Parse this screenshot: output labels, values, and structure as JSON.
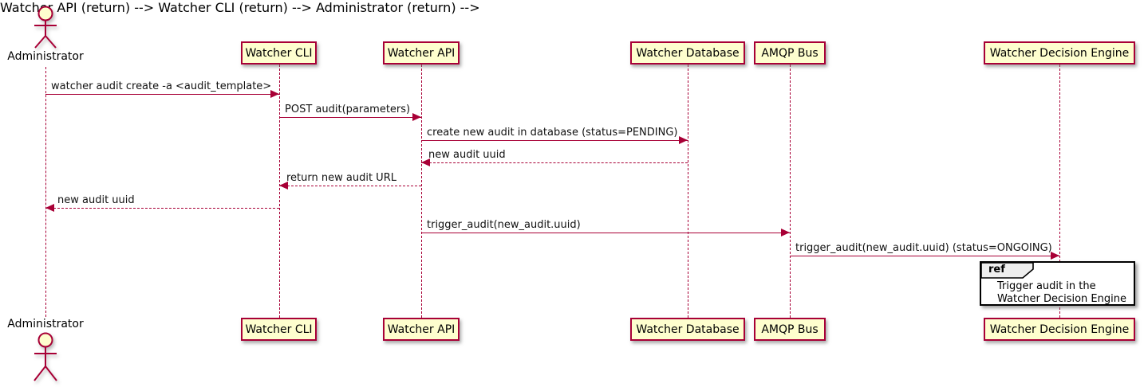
{
  "diagram_type": "sequence-diagram",
  "actor": {
    "name": "Administrator"
  },
  "participants": [
    {
      "label": "Watcher CLI"
    },
    {
      "label": "Watcher API"
    },
    {
      "label": "Watcher Database"
    },
    {
      "label": "AMQP Bus"
    },
    {
      "label": "Watcher Decision Engine"
    }
  ],
  "messages": [
    {
      "from": "Administrator",
      "to": "Watcher CLI",
      "label": "watcher audit create -a <audit_template>",
      "line": "solid",
      "direction": "right"
    },
    {
      "from": "Watcher CLI",
      "to": "Watcher API",
      "label": "POST audit(parameters)",
      "line": "solid",
      "direction": "right"
    },
    {
      "from": "Watcher API",
      "to": "Watcher Database",
      "label": "create new audit in database (status=PENDING)",
      "line": "solid",
      "direction": "right"
    },
    {
      "from": "Watcher Database",
      "to": "Watcher API",
      "label": "new audit uuid",
      "line": "dashed",
      "direction": "left"
    },
    {
      "from": "Watcher API",
      "to": "Watcher CLI",
      "label": "return new audit URL",
      "line": "dashed",
      "direction": "left"
    },
    {
      "from": "Watcher CLI",
      "to": "Administrator",
      "label": "new audit uuid",
      "line": "dashed",
      "direction": "left"
    },
    {
      "from": "Watcher API",
      "to": "AMQP Bus",
      "label": "trigger_audit(new_audit.uuid)",
      "line": "solid",
      "direction": "right"
    },
    {
      "from": "AMQP Bus",
      "to": "Watcher Decision Engine",
      "label": "trigger_audit(new_audit.uuid) (status=ONGOING)",
      "line": "solid",
      "direction": "right"
    }
  ],
  "ref": {
    "keyword": "ref",
    "over": "Watcher Decision Engine",
    "text_lines": [
      "Trigger audit in the",
      "Watcher Decision Engine"
    ]
  },
  "colors": {
    "stroke": "#A80036",
    "participant_fill": "#FEFECE",
    "ref_header_fill": "#EEEEEE",
    "ref_border": "#000000",
    "text": "#000000",
    "background": "#FFFFFF"
  }
}
